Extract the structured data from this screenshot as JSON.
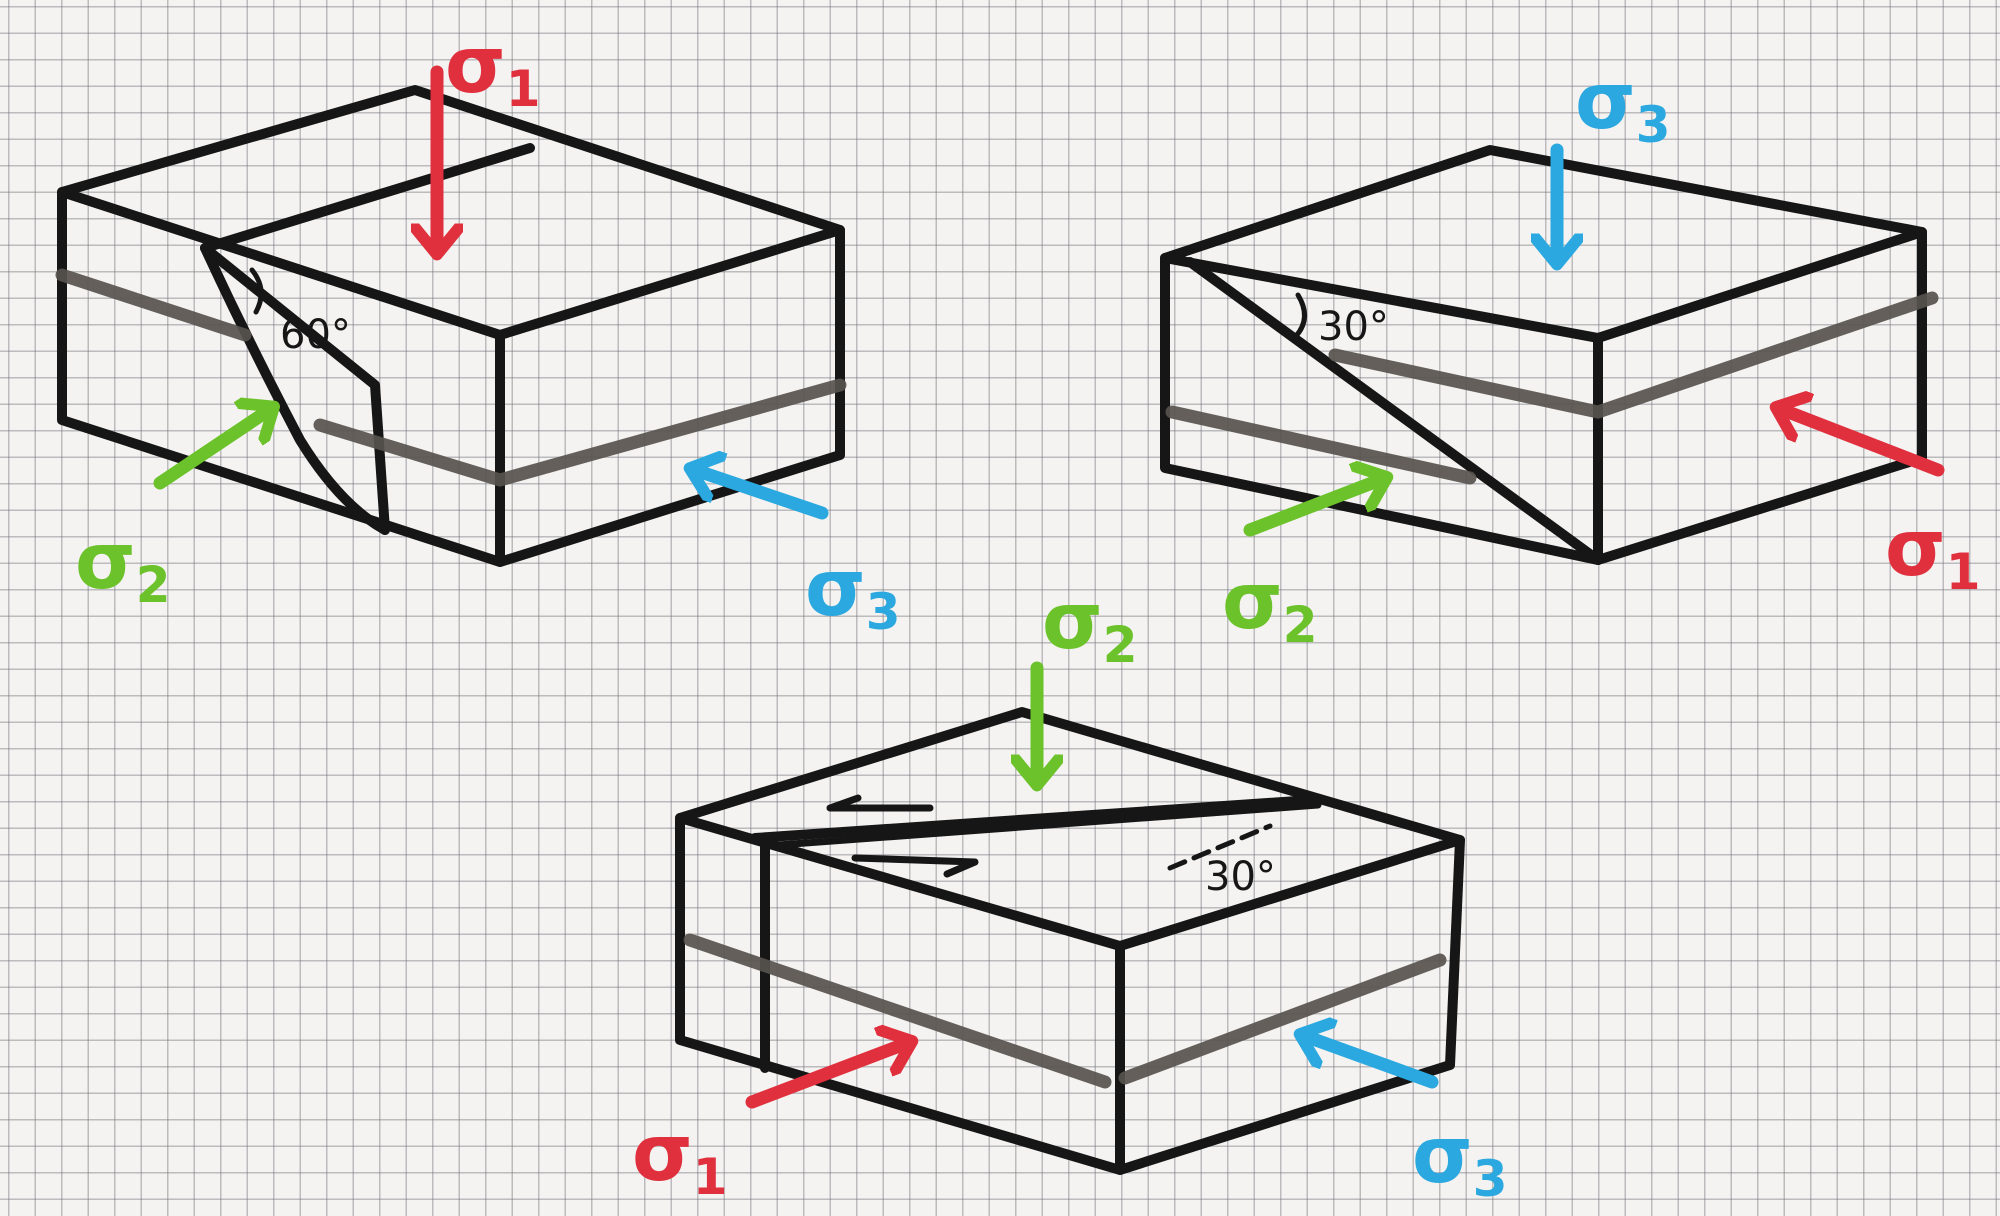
{
  "colors": {
    "sigma1": "#e0303d",
    "sigma2": "#6cc22a",
    "sigma3": "#2aa8df",
    "ink": "#161616",
    "layer": "#57524d",
    "paper": "#f4f3f1"
  },
  "blocks": {
    "normal_fault": {
      "angle": "60°",
      "sigma_vertical": {
        "symbol": "σ",
        "sub": "1"
      },
      "sigma_left": {
        "symbol": "σ",
        "sub": "2"
      },
      "sigma_right": {
        "symbol": "σ",
        "sub": "3"
      }
    },
    "reverse_fault": {
      "angle": "30°",
      "sigma_vertical": {
        "symbol": "σ",
        "sub": "3"
      },
      "sigma_left": {
        "symbol": "σ",
        "sub": "2"
      },
      "sigma_right": {
        "symbol": "σ",
        "sub": "1"
      }
    },
    "strike_slip_fault": {
      "angle": "30°",
      "sigma_vertical": {
        "symbol": "σ",
        "sub": "2"
      },
      "sigma_left": {
        "symbol": "σ",
        "sub": "1"
      },
      "sigma_right": {
        "symbol": "σ",
        "sub": "3"
      }
    }
  }
}
